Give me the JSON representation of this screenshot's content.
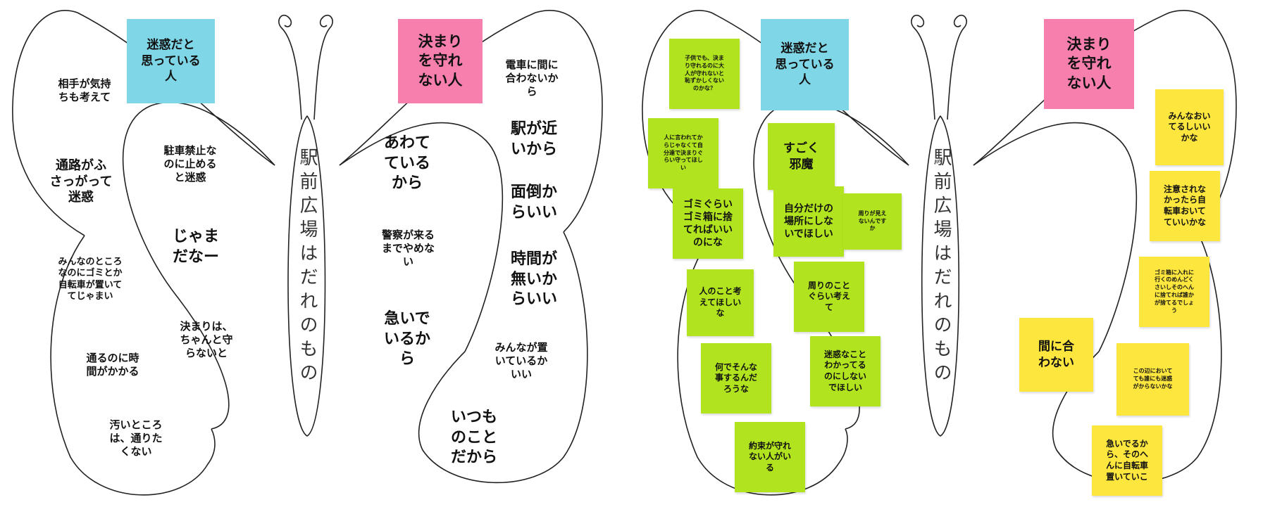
{
  "colors": {
    "header_blue": "#7fd6e6",
    "header_pink": "#f77fae",
    "note_green": "#b1e41e",
    "note_yellow": "#fde63e",
    "outline": "#222222"
  },
  "left": {
    "header_left": "迷惑だと\n思っている\n人",
    "header_right": "決まり\nを守れ\nない人",
    "body_text": "駅前広場はだれのもの",
    "texts": [
      "相手が気持\nちも考えて",
      "通路がふ\nさっがって\n迷惑",
      "みんなのところ\nなのにゴミとか\n自転車が置いて\nてじゃまい",
      "通るのに時\n間がかかる",
      "汚いところ\nは、通りた\nくない",
      "駐車禁止な\nのに止める\nと迷惑",
      "じゃま\nだなー",
      "決まりは、\nちゃんと守\nらないと",
      "あわて\nている\nから",
      "警察が来る\nまでやめな\nい",
      "急いで\nいるか\nら",
      "電車に間に\n合わないか\nら",
      "駅が近\nいから",
      "面倒か\nらいい",
      "時間が\n無いか\nらいい",
      "みんなが置\nいているか\nいい",
      "いつも\nのこと\nだから"
    ]
  },
  "right": {
    "header_left": "迷惑だと\n思っている\n人",
    "header_right": "決まり\nを守れ\nない人",
    "body_text": "駅前広場はだれのもの",
    "green_notes": [
      "子供でも、決ま\nり守れるのに大\n人が守れないと\n恥ずかしくない\nのかな？",
      "人に言われてか\nらじゃなくて自\n分達で決まりぐ\nらい守ってほし\nい",
      "ゴミぐらい\nゴミ箱に捨\nてればいい\nのにな",
      "人のこと考\nえてほしい\nな",
      "何でそんな\n事するんだ\nろうな",
      "約束が守れ\nない人がい\nる",
      "すごく\n邪魔",
      "自分だけの\n場所にしな\nいでほしい",
      "周りが見え\nないんです\nか",
      "周りのこと\nぐらい考え\nて",
      "迷惑なこと\nわかってる\nのにしない\nでほしい"
    ],
    "yellow_notes": [
      "みんなおい\nてるしいい\nかな",
      "注意されな\nかったら自\n転車おいて\nていいかな",
      "ゴミ箱に入れに\n行くのめんどく\nさいしそのへん\nに捨てれば誰か\nが捨てるでしょ\nう",
      "間に合\nわない",
      "この辺において\nても誰にも迷惑\nがからないかな",
      "急いでるか\nら、そのへ\nんに自転車\n置いていこ"
    ]
  }
}
